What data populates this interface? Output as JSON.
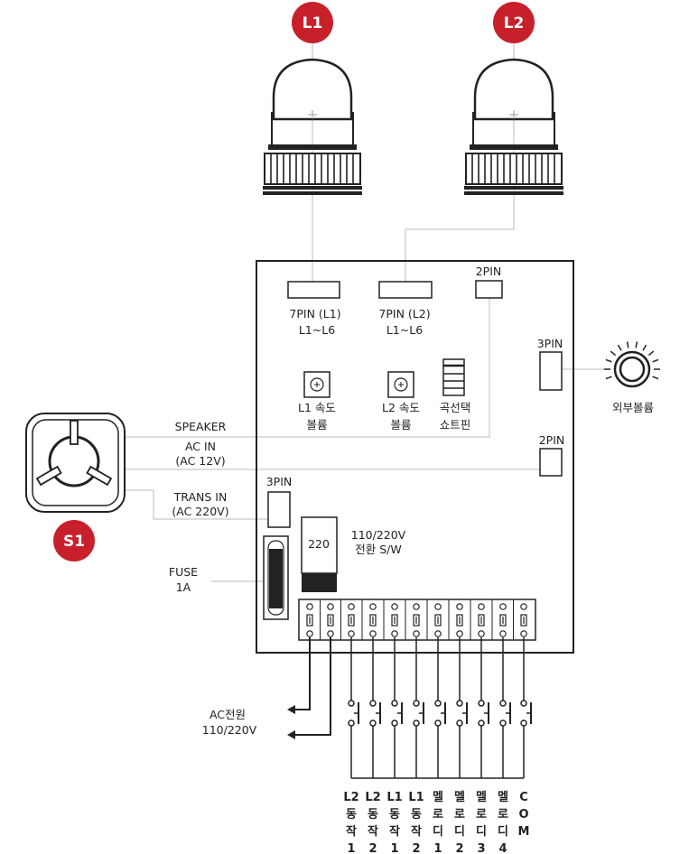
{
  "badges": {
    "l1": "L1",
    "l2": "L2",
    "s1": "S1"
  },
  "colors": {
    "badge": "#c8202a",
    "line": "#bbbbbb",
    "ink": "#222222"
  },
  "board": {
    "pin7_l1": "7PIN (L1)",
    "pin7_l1_sub": "L1~L6",
    "pin7_l2": "7PIN (L2)",
    "pin7_l2_sub": "L1~L6",
    "pin2_top": "2PIN",
    "pin3_right": "3PIN",
    "pin2_right": "2PIN",
    "pin3_left": "3PIN",
    "l1_speed_1": "L1 속도",
    "l1_speed_2": "볼륨",
    "l2_speed_1": "L2 속도",
    "l2_speed_2": "볼륨",
    "song_1": "곡선택",
    "song_2": "쇼트핀",
    "switch_value": "220",
    "switch_1": "110/220V",
    "switch_2": "전환 S/W"
  },
  "side": {
    "speaker": "SPEAKER",
    "ac_in_1": "AC IN",
    "ac_in_2": "(AC 12V)",
    "trans_1": "TRANS IN",
    "trans_2": "(AC 220V)",
    "fuse_1": "FUSE",
    "fuse_2": "1A",
    "ext_volume": "외부볼륨"
  },
  "ac_power": {
    "line1": "AC전원",
    "line2": "110/220V"
  },
  "bottom_labels": [
    [
      "L2",
      "동",
      "작",
      "1"
    ],
    [
      "L2",
      "동",
      "작",
      "2"
    ],
    [
      "L1",
      "동",
      "작",
      "1"
    ],
    [
      "L1",
      "동",
      "작",
      "2"
    ],
    [
      "멜",
      "로",
      "디",
      "1"
    ],
    [
      "멜",
      "로",
      "디",
      "2"
    ],
    [
      "멜",
      "로",
      "디",
      "3"
    ],
    [
      "멜",
      "로",
      "디",
      "4"
    ],
    [
      "C",
      "O",
      "M"
    ]
  ]
}
